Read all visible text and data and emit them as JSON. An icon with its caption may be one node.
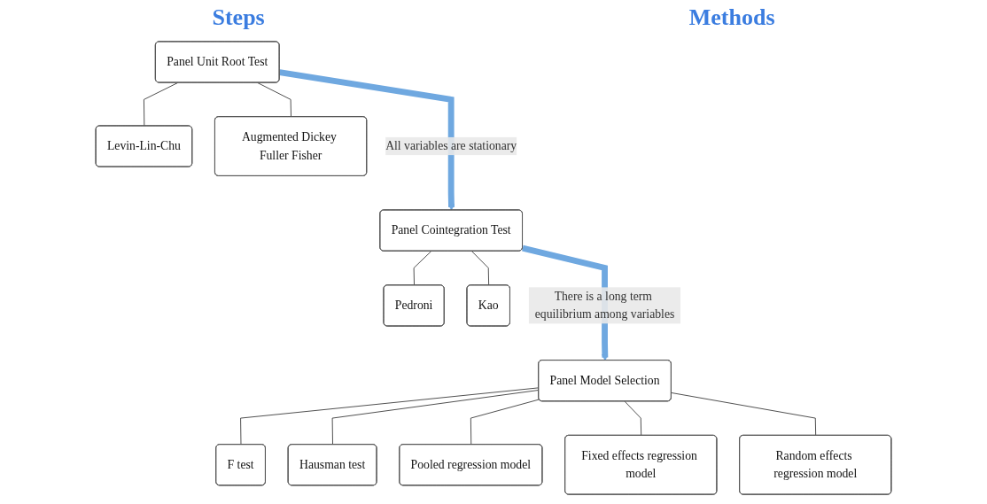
{
  "diagram": {
    "nodes": [
      {
        "text": [
          "Panel Unit Root Test"
        ]
      },
      {
        "text": [
          "Levin-Lin-Chu"
        ]
      },
      {
        "text": [
          "Augmented Dickey Fuller Fisher"
        ]
      },
      {
        "text": [
          "Panel Cointegration Test"
        ]
      },
      {
        "text": [
          "Pedroni"
        ]
      },
      {
        "text": [
          "Kao"
        ]
      },
      {
        "text": [
          "Panel Model Selection"
        ]
      },
      {
        "text": [
          "F test"
        ]
      },
      {
        "text": [
          "Hausman test"
        ]
      },
      {
        "text": [
          "Pooled regression model"
        ]
      },
      {
        "text": [
          "Fixed effects regression model"
        ]
      },
      {
        "text": [
          "Random effects regression model"
        ]
      }
    ],
    "edges": [
      {
        "from": 0,
        "to": 1,
        "arrow": "none"
      },
      {
        "from": 0,
        "to": 2,
        "arrow": "none"
      },
      {
        "from": 0,
        "to": 3,
        "arrow": "to",
        "label": "All variables are stationary",
        "style": "thick",
        "color": "#6fa8e0"
      },
      {
        "from": 3,
        "to": 4,
        "arrow": "none"
      },
      {
        "from": 3,
        "to": 5,
        "arrow": "none"
      },
      {
        "from": 3,
        "to": 6,
        "arrow": "to",
        "label": "There is a long term equilibrium among variables",
        "style": "thick",
        "color": "#6fa8e0"
      },
      {
        "from": 6,
        "to": 7,
        "arrow": "none"
      },
      {
        "from": 6,
        "to": 8,
        "arrow": "none"
      },
      {
        "from": 6,
        "to": 9,
        "arrow": "none"
      },
      {
        "from": 6,
        "to": 10,
        "arrow": "none"
      },
      {
        "from": 6,
        "to": 11,
        "arrow": "none"
      }
    ],
    "labels": [
      "Steps",
      "Methods"
    ]
  }
}
